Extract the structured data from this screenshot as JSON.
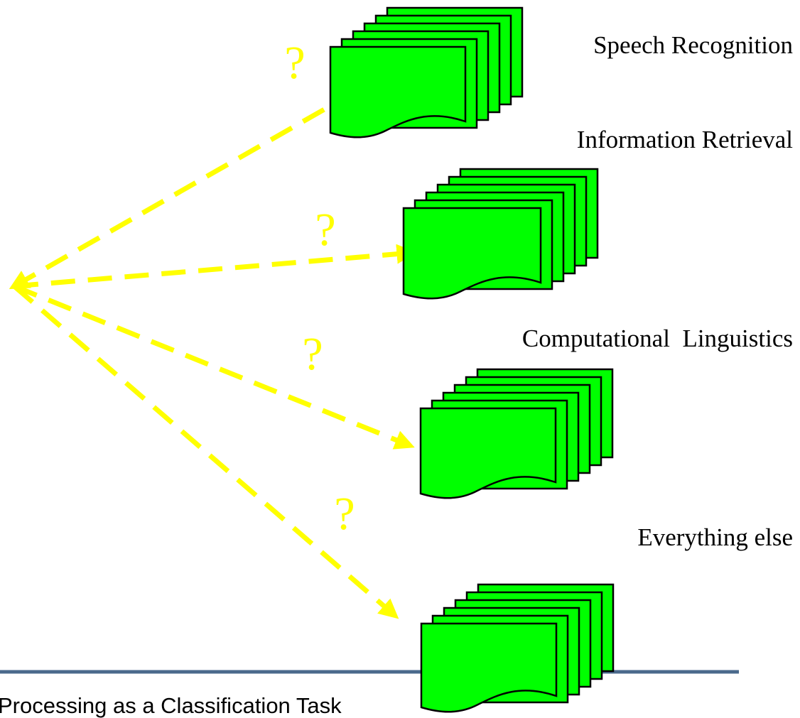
{
  "colors": {
    "background": "#ffffff",
    "document_fill": "#00ff00",
    "document_stroke": "#000000",
    "arrow": "#ffff00",
    "question_mark": "#ffff00",
    "footer_rule": "#4a6a8c"
  },
  "categories": [
    {
      "label": "Speech Recognition",
      "question": "?"
    },
    {
      "label": "Information Retrieval",
      "question": "?"
    },
    {
      "label": "Computational  Linguistics",
      "question": "?"
    },
    {
      "label": "Everything else",
      "question": "?"
    }
  ],
  "footer": {
    "text": "Processing as a Classification Task"
  }
}
